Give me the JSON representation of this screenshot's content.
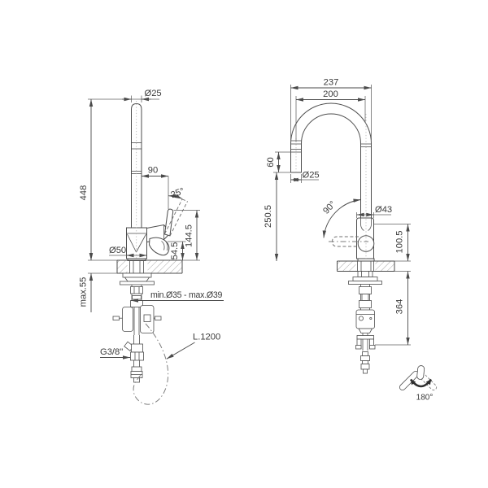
{
  "left_view": {
    "spout_diameter_label": "Ø25",
    "overall_height_label": "448",
    "handle_offset_label": "90",
    "handle_tilt_label": "25°",
    "handle_height_label": "144.5",
    "body_outlet_height_label": "54.5",
    "base_diameter_label": "Ø50",
    "max_counter_thickness_label": "max.55",
    "mounting_hole_label": "min.Ø35 - max.Ø39",
    "supply_thread_label": "G3/8\"",
    "hose_length_label": "L.1200"
  },
  "front_view": {
    "overall_width_label": "237",
    "spout_span_label": "200",
    "spray_head_length_label": "60",
    "spout_tube_diameter_label": "Ø25",
    "spout_clearance_label": "250.5",
    "handle_arc_label": "90°",
    "body_diameter_label": "Ø43",
    "handle_height_label": "100.5",
    "below_counter_depth_label": "364"
  },
  "swivel_indicator": {
    "icon": "handle-rotation-180-icon",
    "rotation_label": "180°"
  },
  "colors": {
    "background": "#ffffff",
    "line": "#4d4d4d",
    "text": "#3a3a3a",
    "hatch": "#9e9e9e"
  }
}
